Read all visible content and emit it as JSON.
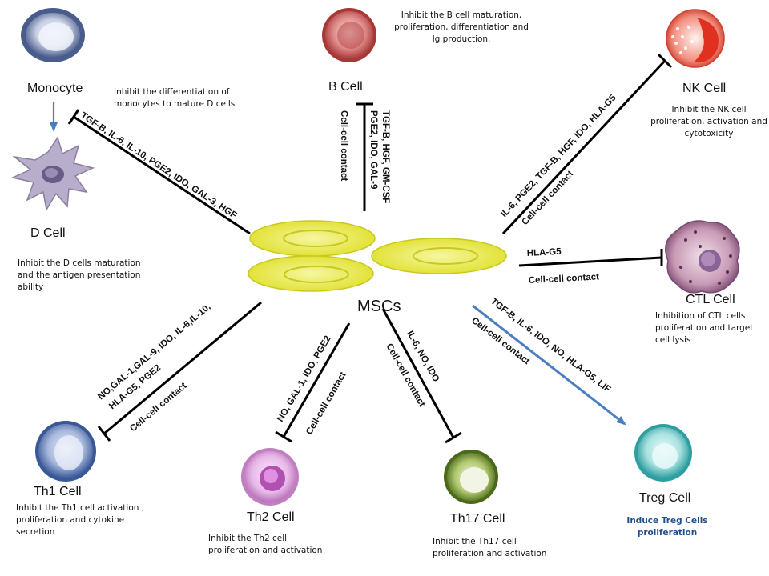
{
  "center": {
    "label": "MSCs"
  },
  "cells": {
    "monocyte": {
      "name": "Monocyte",
      "effect": "Inhibit the differentiation of monocytes to mature D cells"
    },
    "d_cell": {
      "name": "D Cell",
      "effect": "Inhibit the D cells maturation and the antigen presentation ability"
    },
    "b_cell": {
      "name": "B Cell",
      "effect": "Inhibit the B cell maturation, proliferation, differentiation and Ig production."
    },
    "nk_cell": {
      "name": "NK Cell",
      "effect": "Inhibit the NK cell proliferation, activation and cytotoxicity"
    },
    "ctl_cell": {
      "name": "CTL Cell",
      "effect": "Inhibition of CTL cells proliferation and target cell lysis"
    },
    "treg_cell": {
      "name": "Treg Cell",
      "effect": "Induce Treg Cells proliferation"
    },
    "th17_cell": {
      "name": "Th17 Cell",
      "effect": "Inhibit the Th17 cell proliferation and activation"
    },
    "th2_cell": {
      "name": "Th2 Cell",
      "effect": "Inhibit the Th2 cell proliferation and activation"
    },
    "th1_cell": {
      "name": "Th1 Cell",
      "effect": "Inhibit the Th1 cell activation , proliferation and cytokine secretion"
    }
  },
  "mechanisms": {
    "d_cell": "TGF-B, IL-6, IL-10, PGE2, IDO, GAL-3, HGF",
    "b_cell_factors_1": "TGF-B, HGF, GM-CSF",
    "b_cell_factors_2": "PGE2, IDO, GAL-9",
    "b_cell_contact": "Cell-cell contact",
    "nk_cell_factors": "IL-6, PGE2, TGF-B, HGF, IDO, HLA-G5",
    "nk_cell_contact": "Cell-cell contact",
    "ctl_factors": "HLA-G5",
    "ctl_contact": "Cell-cell contact",
    "treg_factors": "TGF-B, IL-6, IDO, NO, HLA-G5, LIF",
    "treg_contact": "Cell-cell contact",
    "th17_factors": "IL-6, NO, IDO",
    "th17_contact": "Cell-cell contact",
    "th2_factors": "NO, GAL-1, IDO, PGE2",
    "th2_contact": "Cell-cell contact",
    "th1_factors_1": "NO,GAL-1,GAL-9, IDO, IL-6,IL-10,",
    "th1_factors_2": "HLA-G5,  PGE2",
    "th1_contact": "Cell-cell contact"
  },
  "colors": {
    "msc_fill": "#e6e83a",
    "inhibit_line": "#000000",
    "induce_arrow": "#4a7ec0",
    "monocyte": "#5a6c9c",
    "d_cell": "#9a8cb0",
    "b_cell": "#c84848",
    "nk_cell": "#d44030",
    "ctl_cell": "#8a5a7e",
    "treg_cell": "#3fb0b0",
    "th17_cell": "#6a8a2a",
    "th2_cell": "#c070c0",
    "th1_cell": "#4a68a8"
  }
}
